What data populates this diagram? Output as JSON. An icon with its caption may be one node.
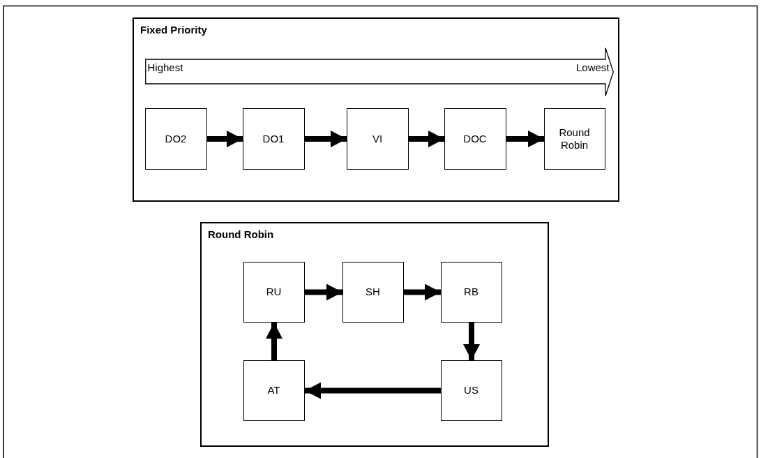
{
  "diagram": {
    "nodes": [
      {
        "text": [
          "Fixed Priority"
        ]
      },
      {
        "text": [
          "Highest",
          "Lowest"
        ],
        "in": 0
      },
      {
        "text": [
          "DO2"
        ],
        "in": 0
      },
      {
        "text": [
          "DO1"
        ],
        "in": 0
      },
      {
        "text": [
          "VI"
        ],
        "in": 0
      },
      {
        "text": [
          "DOC"
        ],
        "in": 0
      },
      {
        "text": [
          "Round Robin"
        ],
        "in": 0
      },
      {
        "text": [
          "Round Robin"
        ]
      },
      {
        "text": [
          "RU"
        ],
        "in": 7
      },
      {
        "text": [
          "SH"
        ],
        "in": 7
      },
      {
        "text": [
          "RB"
        ],
        "in": 7
      },
      {
        "text": [
          "AT"
        ],
        "in": 7
      },
      {
        "text": [
          "US"
        ],
        "in": 7
      }
    ],
    "edges": [
      {
        "from": 2,
        "to": 3,
        "arrow": "to"
      },
      {
        "from": 3,
        "to": 4,
        "arrow": "to"
      },
      {
        "from": 4,
        "to": 5,
        "arrow": "to"
      },
      {
        "from": 5,
        "to": 6,
        "arrow": "to"
      },
      {
        "from": 8,
        "to": 9,
        "arrow": "to"
      },
      {
        "from": 9,
        "to": 10,
        "arrow": "to"
      },
      {
        "from": 10,
        "to": 12,
        "arrow": "to"
      },
      {
        "from": 12,
        "to": 11,
        "arrow": "to"
      },
      {
        "from": 11,
        "to": 8,
        "arrow": "to"
      }
    ]
  }
}
